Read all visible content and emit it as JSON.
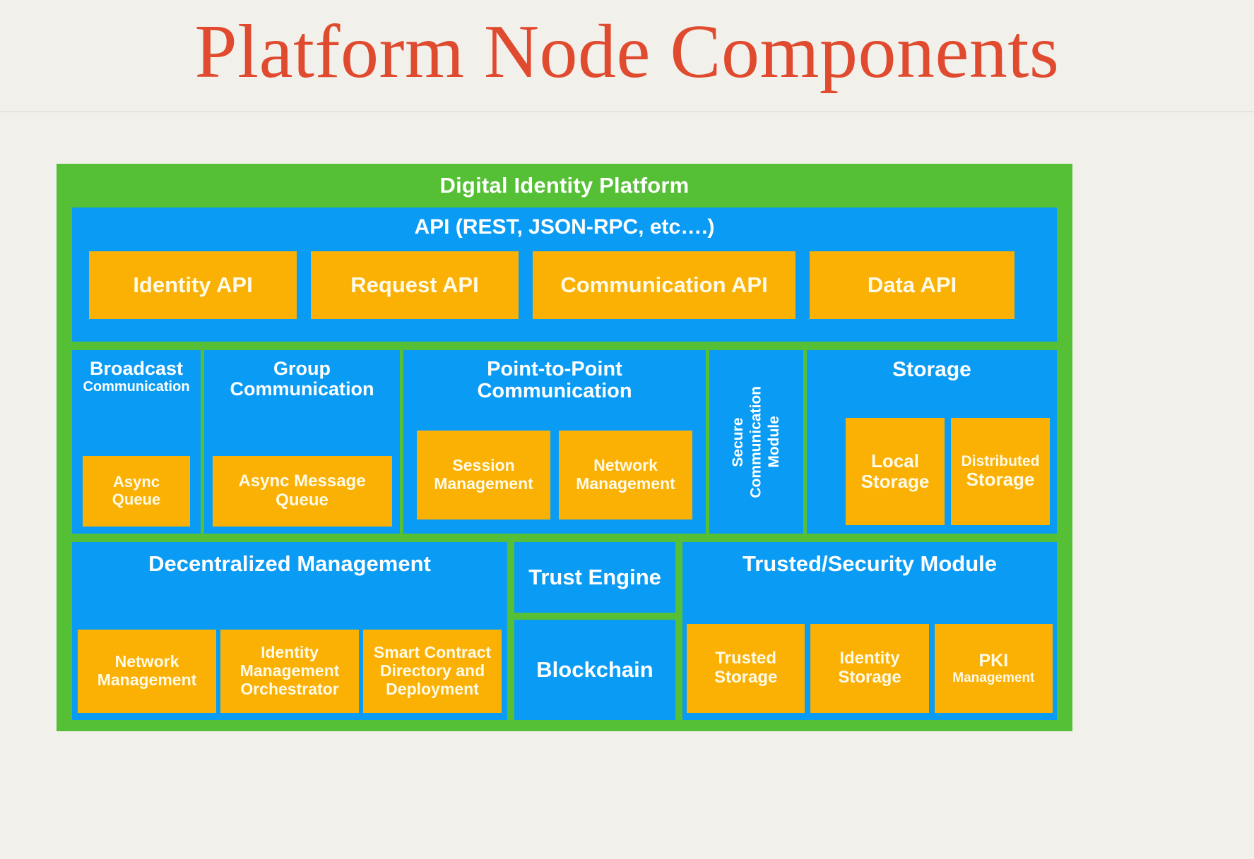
{
  "page": {
    "title": "Platform Node Components",
    "background": "#f2f0ea",
    "title_color": "#e04a2f"
  },
  "colors": {
    "platform_green": "#55bf35",
    "panel_blue": "#0a9cf5",
    "chip_orange": "#fbb004",
    "text_white": "#ffffff",
    "chip_text": "#fffbe8"
  },
  "platform": {
    "title": "Digital Identity Platform"
  },
  "api_section": {
    "heading": "API (REST, JSON-RPC, etc….)",
    "chips": [
      {
        "label": "Identity API"
      },
      {
        "label": "Request API"
      },
      {
        "label": "Communication API"
      },
      {
        "label": "Data API"
      }
    ]
  },
  "communication_row": {
    "broadcast": {
      "title_line1": "Broadcast",
      "title_line2": "Communication",
      "chips": [
        {
          "line1": "Async",
          "line2": "Queue"
        }
      ]
    },
    "group": {
      "title_line1": "Group",
      "title_line2": "Communication",
      "chips": [
        {
          "line1": "Async Message",
          "line2": "Queue"
        }
      ]
    },
    "point_to_point": {
      "title_line1": "Point-to-Point",
      "title_line2": "Communication",
      "chips": [
        {
          "line1": "Session",
          "line2": "Management"
        },
        {
          "line1": "Network",
          "line2": "Management"
        }
      ]
    },
    "secure_module": {
      "vertical_label": "Secure\nCommunication\nModule"
    },
    "storage": {
      "title": "Storage",
      "chips": [
        {
          "line1": "Local",
          "line2": "Storage"
        },
        {
          "line1": "Distributed",
          "line2": "Storage"
        }
      ]
    }
  },
  "bottom_row": {
    "decentralized_management": {
      "title": "Decentralized Management",
      "chips": [
        {
          "line1": "Network",
          "line2": "Management",
          "line3": ""
        },
        {
          "line1": "Identity",
          "line2": "Management",
          "line3": "Orchestrator"
        },
        {
          "line1": "Smart Contract",
          "line2": "Directory and",
          "line3": "Deployment"
        }
      ]
    },
    "trust_engine": {
      "title": "Trust Engine"
    },
    "blockchain": {
      "title": "Blockchain"
    },
    "trusted_security_module": {
      "title": "Trusted/Security Module",
      "chips": [
        {
          "line1": "Trusted",
          "line2": "Storage"
        },
        {
          "line1": "Identity",
          "line2": "Storage"
        },
        {
          "line1": "PKI",
          "line2": "Management"
        }
      ]
    }
  }
}
